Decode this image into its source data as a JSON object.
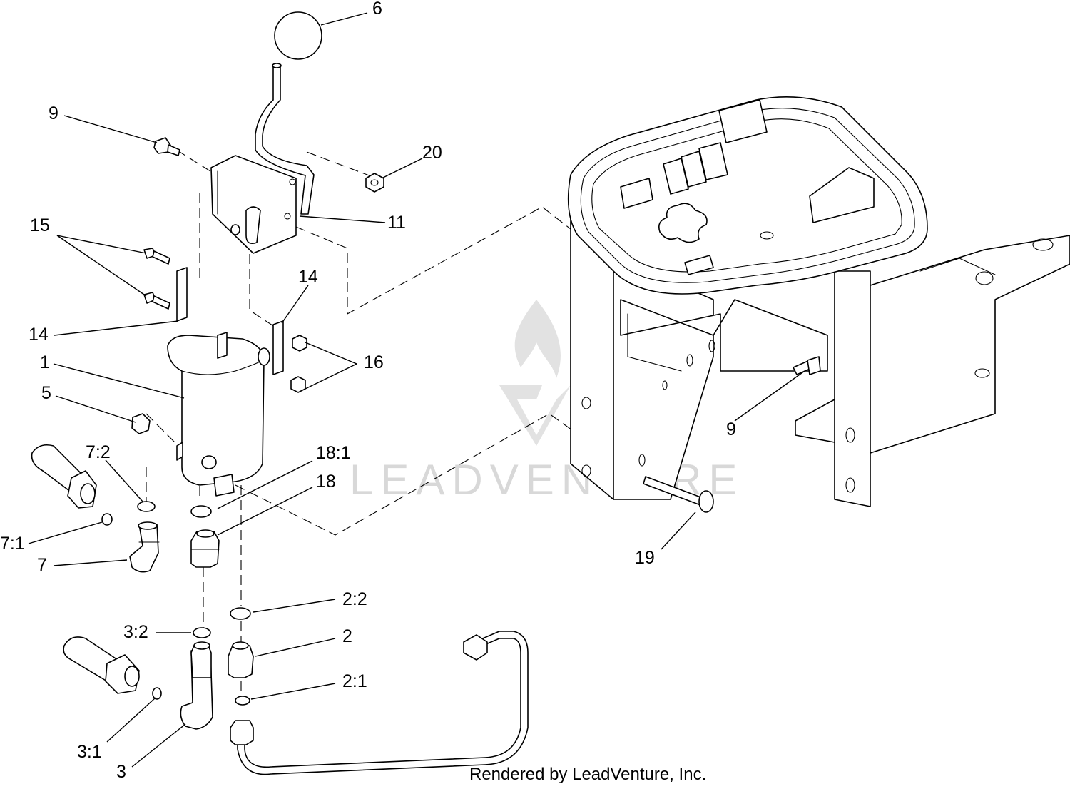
{
  "credit": "Rendered by LeadVenture, Inc.",
  "watermark": "LEADVENTURE",
  "callouts": [
    {
      "id": "c6",
      "label": "6"
    },
    {
      "id": "c9a",
      "label": "9"
    },
    {
      "id": "c20",
      "label": "20"
    },
    {
      "id": "c15",
      "label": "15"
    },
    {
      "id": "c11",
      "label": "11"
    },
    {
      "id": "c14a",
      "label": "14"
    },
    {
      "id": "c14b",
      "label": "14"
    },
    {
      "id": "c1",
      "label": "1"
    },
    {
      "id": "c16",
      "label": "16"
    },
    {
      "id": "c5",
      "label": "5"
    },
    {
      "id": "c72",
      "label": "7:2"
    },
    {
      "id": "c181",
      "label": "18:1"
    },
    {
      "id": "c18",
      "label": "18"
    },
    {
      "id": "c71",
      "label": "7:1"
    },
    {
      "id": "c7",
      "label": "7"
    },
    {
      "id": "c9b",
      "label": "9"
    },
    {
      "id": "c19",
      "label": "19"
    },
    {
      "id": "c22",
      "label": "2:2"
    },
    {
      "id": "c32",
      "label": "3:2"
    },
    {
      "id": "c2",
      "label": "2"
    },
    {
      "id": "c21",
      "label": "2:1"
    },
    {
      "id": "c31",
      "label": "3:1"
    },
    {
      "id": "c3",
      "label": "3"
    }
  ]
}
